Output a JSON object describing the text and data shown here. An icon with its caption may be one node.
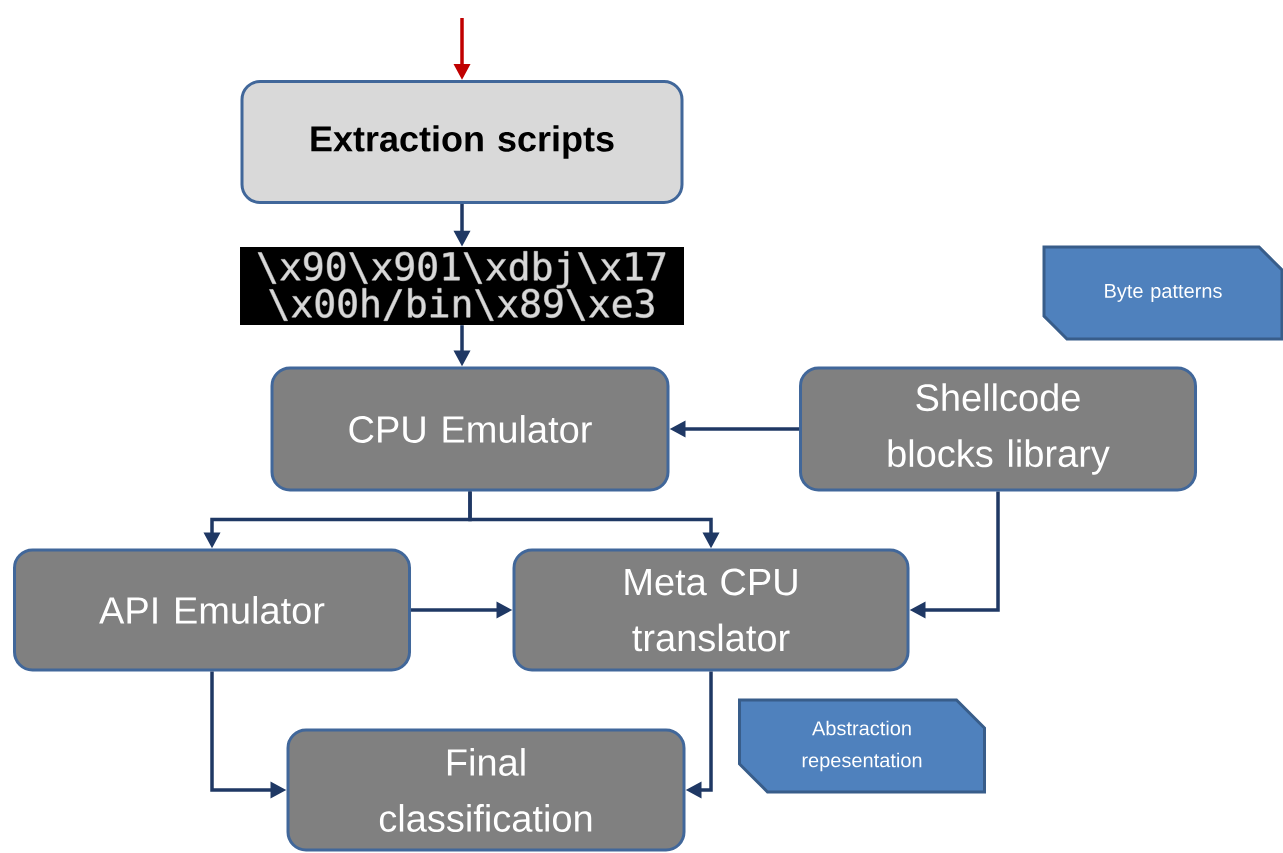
{
  "diagram": {
    "nodes": [
      {
        "text": [
          "Extraction scripts"
        ]
      },
      {
        "text": [
          "\\x90\\x901\\xdbj\\x17",
          "\\x00h/bin\\x89\\xe3"
        ]
      },
      {
        "text": [
          "Byte patterns"
        ]
      },
      {
        "text": [
          "CPU Emulator"
        ]
      },
      {
        "text": [
          "Shellcode blocks library"
        ]
      },
      {
        "text": [
          "API Emulator"
        ]
      },
      {
        "text": [
          "Meta CPU translator"
        ]
      },
      {
        "text": [
          "Abstraction repesentation"
        ]
      },
      {
        "text": [
          "Final classification"
        ]
      }
    ],
    "edges": [
      {
        "from": null,
        "to": 0,
        "arrow": "to",
        "color": "#c00000"
      },
      {
        "from": 0,
        "to": 1,
        "arrow": "to"
      },
      {
        "from": 1,
        "to": 3,
        "arrow": "to"
      },
      {
        "from": 4,
        "to": 3,
        "arrow": "to"
      },
      {
        "from": 3,
        "to": 5,
        "arrow": "to"
      },
      {
        "from": 3,
        "to": 6,
        "arrow": "to"
      },
      {
        "from": 4,
        "to": 6,
        "arrow": "to"
      },
      {
        "from": 5,
        "to": 6,
        "arrow": "to"
      },
      {
        "from": 5,
        "to": 8,
        "arrow": "to"
      },
      {
        "from": 6,
        "to": 8,
        "arrow": "to"
      }
    ]
  }
}
